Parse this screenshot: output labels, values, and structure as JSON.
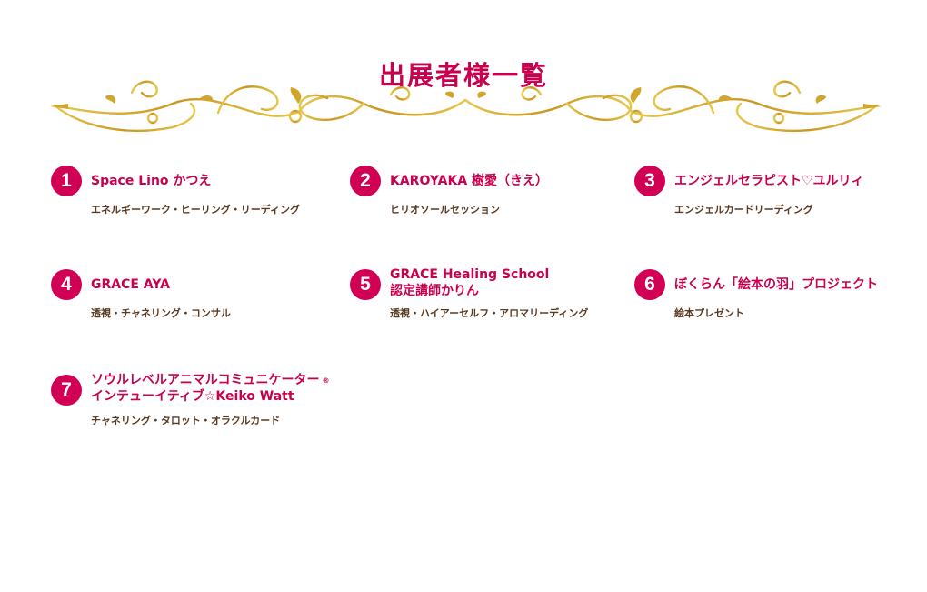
{
  "title": "出展者様一覧",
  "colors": {
    "accent": "#c8004e",
    "badge": "#d10055",
    "desc": "#5a3a22",
    "gold": "#d9b036"
  },
  "exhibitors": [
    {
      "num": "1",
      "name1": "Space Lino かつえ",
      "desc": "エネルギーワーク・ヒーリング・リーディング"
    },
    {
      "num": "2",
      "name1": "KAROYAKA 樹愛（きえ）",
      "desc": "ヒリオソールセッション"
    },
    {
      "num": "3",
      "name1": "エンジェルセラピスト♡ユルリィ",
      "desc": "エンジェルカードリーディング"
    },
    {
      "num": "4",
      "name1": "GRACE AYA",
      "desc": "透視・チャネリング・コンサル"
    },
    {
      "num": "5",
      "name1": "GRACE Healing School",
      "name2": "認定講師かりん",
      "desc": "透視・ハイアーセルフ・アロマリーディング"
    },
    {
      "num": "6",
      "name1": "ぼくらん「絵本の羽」プロジェクト",
      "desc": "絵本プレゼント"
    },
    {
      "num": "7",
      "name1": "ソウルレベルアニマルコミュニケーター",
      "reg": "®",
      "name2": "インテューイティブ☆Keiko Watt",
      "desc": "チャネリング・タロット・オラクルカード"
    }
  ]
}
